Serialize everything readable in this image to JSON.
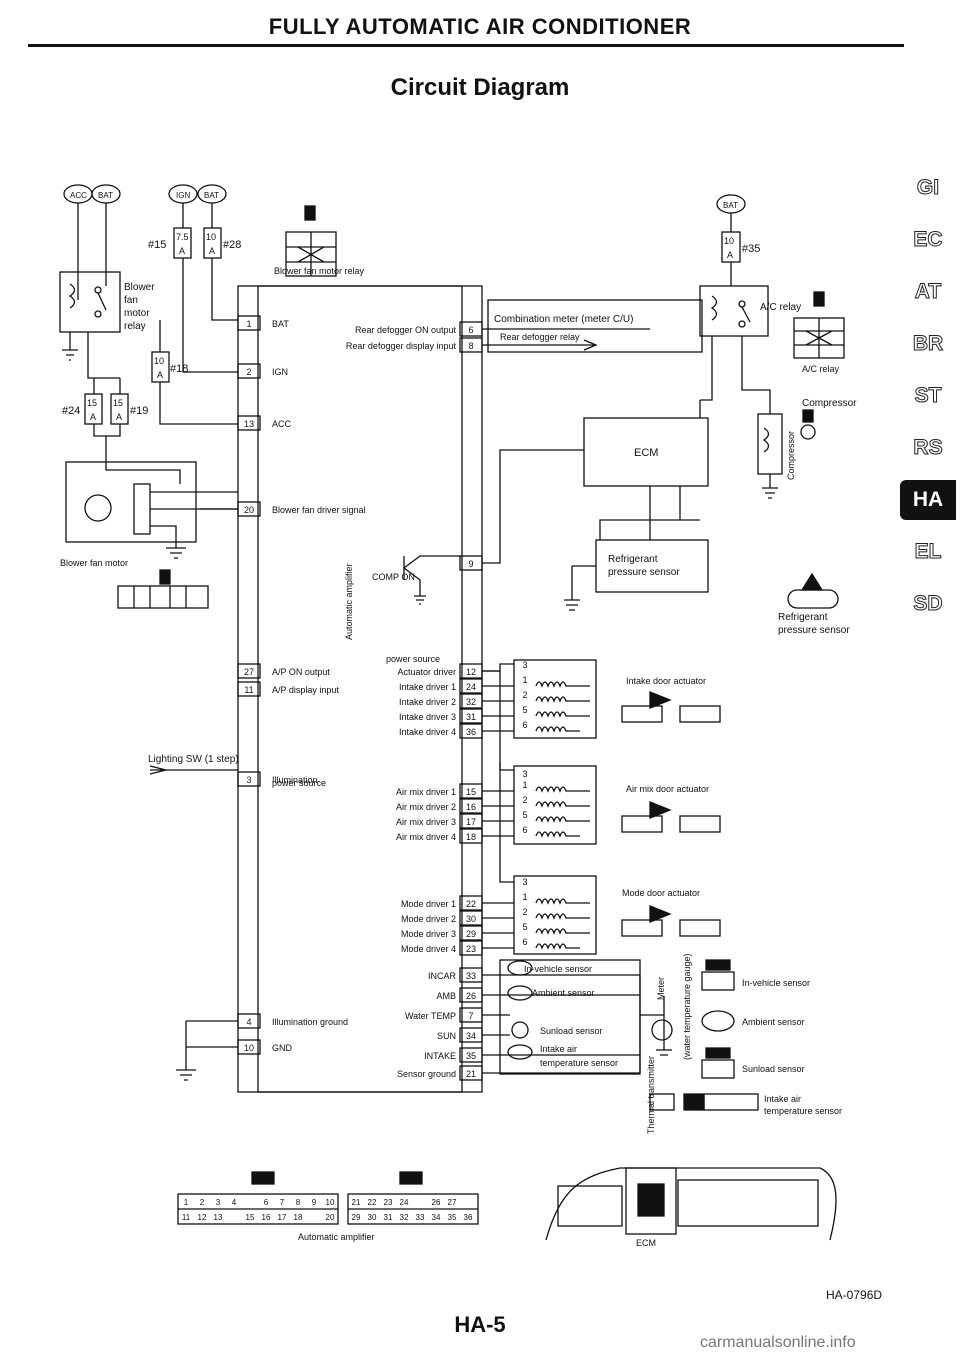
{
  "header": {
    "title": "FULLY AUTOMATIC AIR CONDITIONER"
  },
  "diagram_title": "Circuit Diagram",
  "tabs": [
    {
      "label": "GI",
      "active": false
    },
    {
      "label": "EC",
      "active": false
    },
    {
      "label": "AT",
      "active": false
    },
    {
      "label": "BR",
      "active": false
    },
    {
      "label": "ST",
      "active": false
    },
    {
      "label": "RS",
      "active": false
    },
    {
      "label": "HA",
      "active": true
    },
    {
      "label": "EL",
      "active": false
    },
    {
      "label": "SD",
      "active": false
    }
  ],
  "power": {
    "acc": "ACC",
    "bat": "BAT",
    "ign": "IGN",
    "bat2": "BAT",
    "bat3": "BAT"
  },
  "fuses": {
    "f15_num": "#15",
    "f15_amp": "7.5",
    "f15_unit": "A",
    "f28_num": "#28",
    "f28_amp": "10",
    "f28_unit": "A",
    "f18_num": "#18",
    "f18_amp": "10",
    "f18_unit": "A",
    "f24_num": "#24",
    "f24_amp": "15",
    "f24_unit": "A",
    "f19_num": "#19",
    "f19_amp": "15",
    "f19_unit": "A",
    "f35_num": "#35",
    "f35_amp": "10",
    "f35_unit": "A"
  },
  "components": {
    "blower_relay": [
      "Blower",
      "fan",
      "motor",
      "relay"
    ],
    "blower_relay_conn_label": "Blower fan motor relay",
    "blower_motor": "Blower fan motor",
    "ac_relay": "A/C relay",
    "ac_relay_conn_label": "A/C relay",
    "compressor": "Compressor",
    "compressor_side": "Compressor",
    "combination_meter": "Combination meter (meter C/U)",
    "rear_defogger_relay": "Rear defogger relay",
    "ecm": "ECM",
    "refrigerant_sensor": [
      "Refrigerant",
      "pressure sensor"
    ],
    "refrigerant_sensor_conn": [
      "Refrigerant",
      "pressure sensor"
    ],
    "automatic_amplifier_side": "Automatic amplifier",
    "comp_on": "COMP ON",
    "intake_door_actuator": "Intake door actuator",
    "air_mix_door_actuator": "Air mix door actuator",
    "mode_door_actuator": "Mode door actuator",
    "lighting_sw": "Lighting SW (1 step)",
    "thermal_transmitter": "Thermal transmitter",
    "thermal_transmitter_sub": "(water temperature gauge)",
    "meter": "Meter"
  },
  "amp_left_pins": [
    {
      "pin": "1",
      "label": "BAT"
    },
    {
      "pin": "2",
      "label": "IGN"
    },
    {
      "pin": "13",
      "label": "ACC"
    },
    {
      "pin": "20",
      "label": "Blower fan driver signal"
    },
    {
      "pin": "27",
      "label": "A/P ON output"
    },
    {
      "pin": "11",
      "label": "A/P display input"
    },
    {
      "pin": "3",
      "label": "Illumination"
    },
    {
      "pin": "4",
      "label": "Illumination ground"
    },
    {
      "pin": "10",
      "label": "GND"
    }
  ],
  "amp_illum_sub": "power source",
  "amp_right_pins": [
    {
      "pin": "6",
      "label": "Rear defogger ON output"
    },
    {
      "pin": "8",
      "label": "Rear defogger display input"
    },
    {
      "pin": "9",
      "label": ""
    },
    {
      "pin": "12",
      "label": "Actuator driver"
    },
    {
      "pin": "24",
      "label": "Intake driver 1"
    },
    {
      "pin": "32",
      "label": "Intake driver 2"
    },
    {
      "pin": "31",
      "label": "Intake driver 3"
    },
    {
      "pin": "36",
      "label": "Intake driver 4"
    },
    {
      "pin": "15",
      "label": "Air mix driver 1"
    },
    {
      "pin": "16",
      "label": "Air mix driver 2"
    },
    {
      "pin": "17",
      "label": "Air mix driver 3"
    },
    {
      "pin": "18",
      "label": "Air mix driver 4"
    },
    {
      "pin": "22",
      "label": "Mode driver 1"
    },
    {
      "pin": "30",
      "label": "Mode driver 2"
    },
    {
      "pin": "29",
      "label": "Mode driver 3"
    },
    {
      "pin": "23",
      "label": "Mode driver 4"
    },
    {
      "pin": "33",
      "label": "INCAR"
    },
    {
      "pin": "26",
      "label": "AMB"
    },
    {
      "pin": "7",
      "label": "Water TEMP"
    },
    {
      "pin": "34",
      "label": "SUN"
    },
    {
      "pin": "35",
      "label": "INTAKE"
    },
    {
      "pin": "21",
      "label": "Sensor ground"
    }
  ],
  "actuator_driver_sub": "power source",
  "actuator_pins": [
    "3",
    "1",
    "2",
    "5",
    "6"
  ],
  "sensors": {
    "incar": "In-vehicle sensor",
    "ambient": "Ambient sensor",
    "sunload": "Sunload sensor",
    "intake_air": [
      "Intake air",
      "temperature sensor"
    ],
    "incar_conn": "In-vehicle sensor",
    "ambient_conn": "Ambient sensor",
    "sunload_conn": "Sunload sensor",
    "intake_air_conn": [
      "Intake air",
      "temperature sensor"
    ]
  },
  "bottom": {
    "amp_connector_label": "Automatic amplifier",
    "ecm_connector_label": "ECM",
    "amp_row1_a": [
      "1",
      "2",
      "3",
      "4",
      "",
      "6",
      "7",
      "8",
      "9",
      "10"
    ],
    "amp_row2_a": [
      "11",
      "12",
      "13",
      "",
      "15",
      "16",
      "17",
      "18",
      "",
      "20"
    ],
    "amp_row1_b": [
      "21",
      "22",
      "23",
      "24",
      "",
      "26",
      "27"
    ],
    "amp_row2_b": [
      "29",
      "30",
      "31",
      "32",
      "33",
      "34",
      "35",
      "36"
    ]
  },
  "footer": {
    "page": "HA-5",
    "figure_code": "HA-0796D",
    "watermark": "carmanualsonline.info"
  }
}
